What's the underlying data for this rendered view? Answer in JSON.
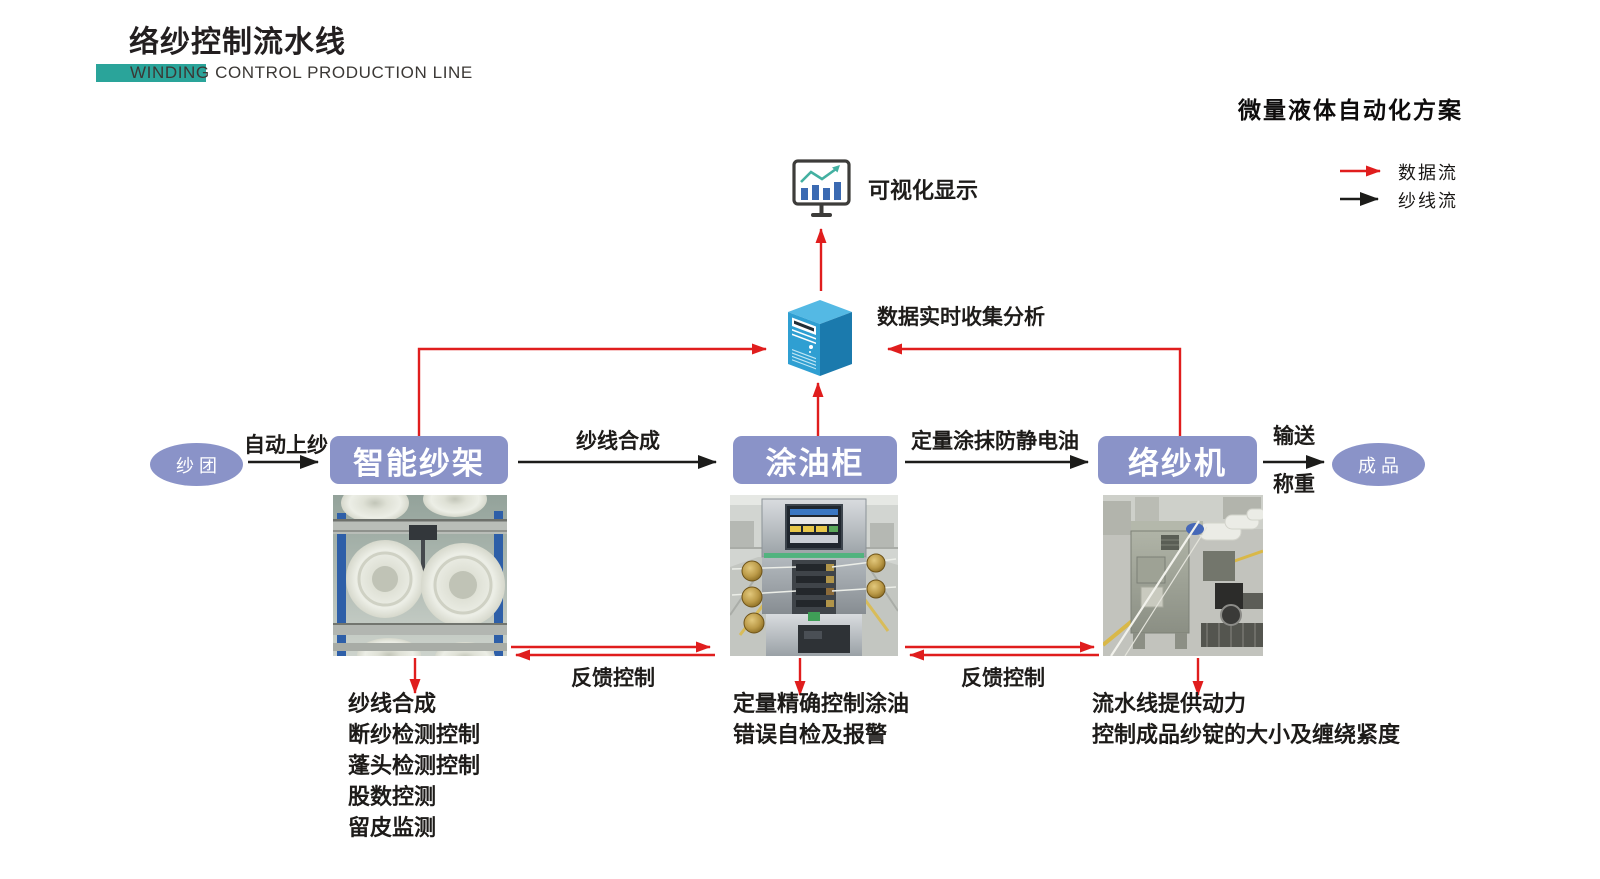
{
  "header": {
    "title_cn": "络纱控制流水线",
    "title_en": "WINDING CONTROL PRODUCTION LINE",
    "scheme_title": "微量液体自动化方案"
  },
  "legend": {
    "data_flow_label": "数据流",
    "yarn_flow_label": "纱线流"
  },
  "monitor": {
    "label": "可视化显示"
  },
  "server": {
    "label": "数据实时收集分析"
  },
  "flow": {
    "source": {
      "label": "纱团"
    },
    "edge1": {
      "label": "自动上纱"
    },
    "station1": {
      "label": "智能纱架"
    },
    "edge2": {
      "label": "纱线合成"
    },
    "station2": {
      "label": "涂油柜"
    },
    "edge3": {
      "label": "定量涂抹防静电油"
    },
    "station3": {
      "label": "络纱机"
    },
    "edge4": {
      "label_top": "输送",
      "label_bottom": "称重"
    },
    "product": {
      "label": "成品"
    }
  },
  "feedback": {
    "left_label": "反馈控制",
    "right_label": "反馈控制"
  },
  "notes": {
    "station1": [
      "纱线合成",
      "断纱检测控制",
      "蓬头检测控制",
      "股数控测",
      "留皮监测"
    ],
    "station2": [
      "定量精确控制涂油",
      "错误自检及报警"
    ],
    "station3": [
      "流水线提供动力",
      "控制成品纱锭的大小及缠绕紧度"
    ]
  },
  "colors": {
    "accent_red": "#e01d1d",
    "node_purple": "#8a93c8",
    "teal_bar": "#2aa49a",
    "arrow_black": "#1c1c1a",
    "server_blue": "#2f9fd2"
  }
}
